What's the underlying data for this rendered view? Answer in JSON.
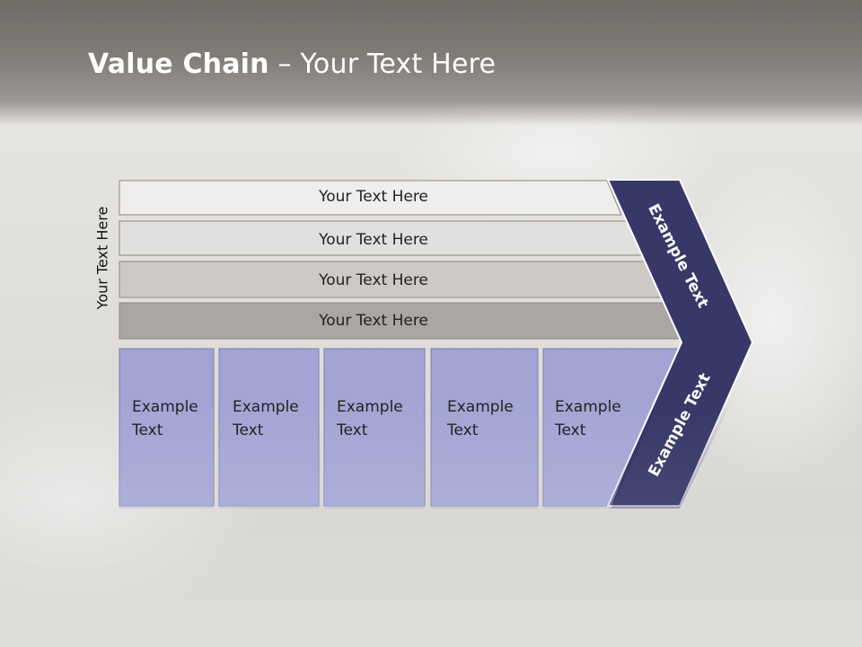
{
  "slide": {
    "title_bold": "Value Chain",
    "title_rest": " – Your Text Here",
    "side_label": "Your Text Here"
  },
  "bars": [
    {
      "label": "Your Text Here",
      "fill": "#efeeec"
    },
    {
      "label": "Your Text Here",
      "fill": "#e1e0de"
    },
    {
      "label": "Your Text Here",
      "fill": "#cdcac6"
    },
    {
      "label": "Your Text Here",
      "fill": "#aaa6a1"
    }
  ],
  "columns": [
    {
      "line1": "Example",
      "line2": "Text"
    },
    {
      "line1": "Example",
      "line2": "Text"
    },
    {
      "line1": "Example",
      "line2": "Text"
    },
    {
      "line1": "Example",
      "line2": "Text"
    },
    {
      "line1": "Example",
      "line2": "Text"
    }
  ],
  "chevron": {
    "upper_label": "Example Text",
    "lower_label": "Example Text",
    "fill": "#373868"
  },
  "colors": {
    "column_fill": "#a2a5d4",
    "column_stroke": "#7c7fa8"
  }
}
